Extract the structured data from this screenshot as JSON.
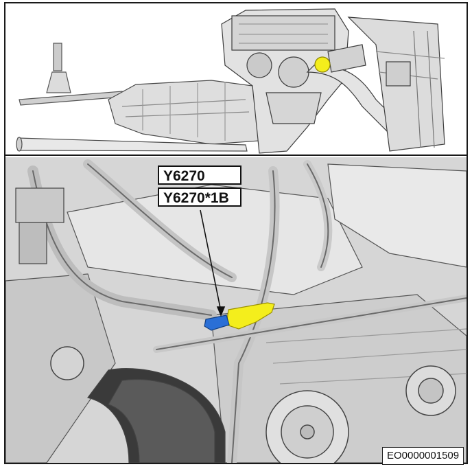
{
  "callouts": {
    "component_id": "Y6270",
    "connector_id": "Y6270*1B"
  },
  "figure_id": "EO0000001509",
  "colors": {
    "highlight_component": "#f4ee1c",
    "connector": "#2a6fd6",
    "overview_marker": "#f4ee1c"
  }
}
